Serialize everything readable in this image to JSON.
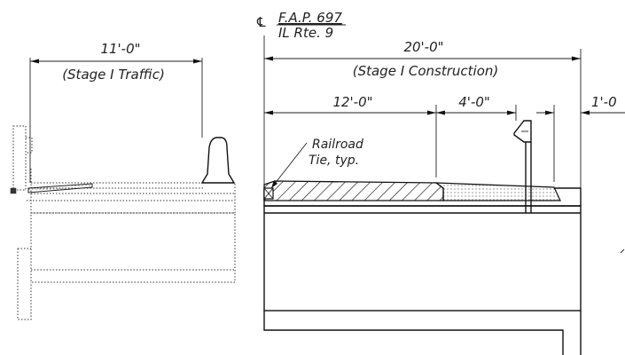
{
  "centerline": {
    "symbol": "℄",
    "route_line1": "F.A.P. 697",
    "route_line2": "IL Rte. 9"
  },
  "dimensions": {
    "traffic_width": "11'-0\"",
    "traffic_caption": "(Stage I Traffic)",
    "construction_width": "20'-0\"",
    "construction_caption": "(Stage I Construction)",
    "dim_12": "12'-0\"",
    "dim_4": "4'-0\"",
    "dim_1": "1'-0"
  },
  "callout": {
    "line1": "Railroad",
    "line2": "Tie, typ."
  }
}
